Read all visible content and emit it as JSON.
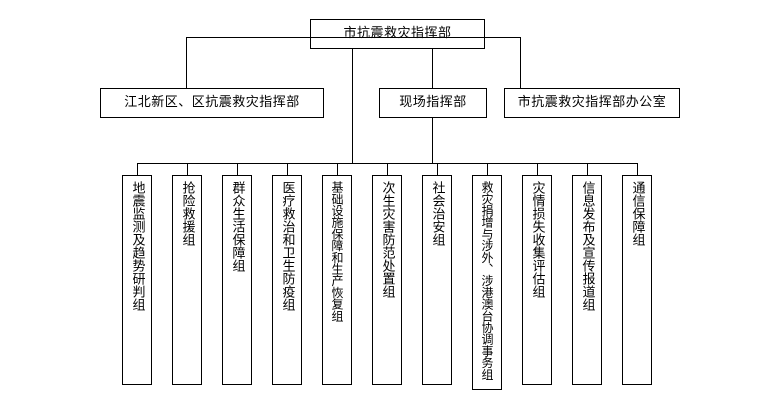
{
  "diagram": {
    "title_node": {
      "label": "市抗震救灾指挥部"
    },
    "level2": [
      {
        "label": "江北新区、区抗震救灾指挥部"
      },
      {
        "label": "现场指挥部"
      },
      {
        "label": "市抗震救灾指挥部办公室"
      }
    ],
    "level3": [
      {
        "label": "地震监测及趋势研判组"
      },
      {
        "label": "抢险救援组"
      },
      {
        "label": "群众生活保障组"
      },
      {
        "label": "医疗救治和卫生防疫组"
      },
      {
        "label": "基础设施保障和生产恢复组"
      },
      {
        "label": "次生灾害防范处置组"
      },
      {
        "label": "社会治安组"
      },
      {
        "label": "救灾捐增与涉外、涉港澳台协调事务组"
      },
      {
        "label": "灾情损失收集评估组"
      },
      {
        "label": "信息发布及宣传报道组"
      },
      {
        "label": "通信保障组"
      }
    ],
    "colors": {
      "background": "#ffffff",
      "line": "#000000",
      "text": "#000000"
    }
  }
}
